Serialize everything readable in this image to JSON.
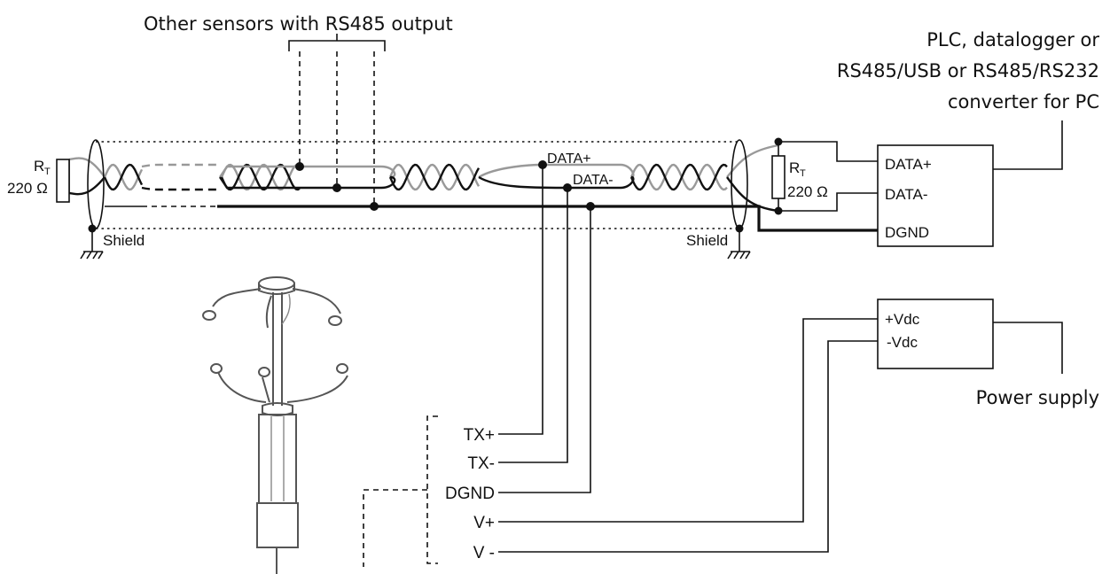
{
  "labels": {
    "other_sensors": "Other sensors with RS485 output",
    "plc_line1": "PLC, datalogger or",
    "plc_line2": "RS485/USB or RS485/RS232",
    "plc_line3": "converter for PC",
    "power_supply": "Power supply",
    "resistor_left_symbol": "R",
    "resistor_left_sub": "T",
    "resistor_left_value": "220 Ω",
    "resistor_right_symbol": "R",
    "resistor_right_sub": "T",
    "resistor_right_value": "220 Ω",
    "shield_left": "Shield",
    "shield_right": "Shield",
    "bus_data_plus": "DATA+",
    "bus_data_minus": "DATA-"
  },
  "plc_terminals": [
    "DATA+",
    "DATA-",
    "DGND"
  ],
  "power_terminals": [
    "+Vdc",
    "-Vdc"
  ],
  "sensor_terminals": [
    "TX+",
    "TX-",
    "DGND",
    "V+",
    "V -"
  ]
}
